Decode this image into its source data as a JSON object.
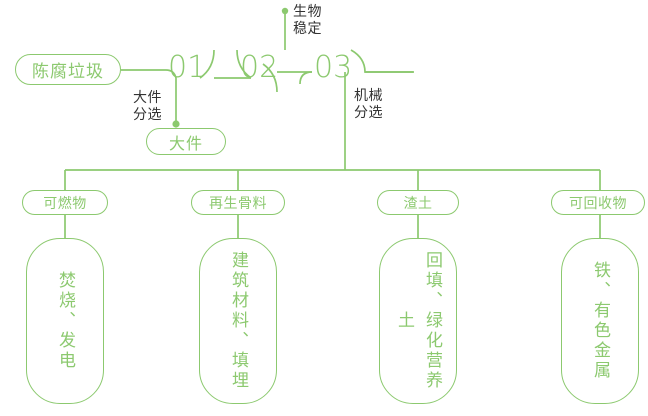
{
  "diagram": {
    "title_node": {
      "label": "陈腐垃圾"
    },
    "steps": [
      {
        "number": "01",
        "annotation": "大件\n分选"
      },
      {
        "number": "02",
        "annotation": "生物\n稳定"
      },
      {
        "number": "03",
        "annotation": "机械\n分选"
      }
    ],
    "branch_node": {
      "label": "大件"
    },
    "categories": [
      {
        "label": "可燃物",
        "outcome": "焚烧、发电"
      },
      {
        "label": "再生骨料",
        "outcome": "建筑材料、填埋"
      },
      {
        "label": "渣土",
        "outcome": "回填、绿化营养土"
      },
      {
        "label": "可回收物",
        "outcome": "铁、有色金属"
      }
    ],
    "colors": {
      "line": "#8cc96f",
      "accent": "#8cc96f",
      "text_dark": "#333333",
      "background": "#ffffff"
    }
  }
}
